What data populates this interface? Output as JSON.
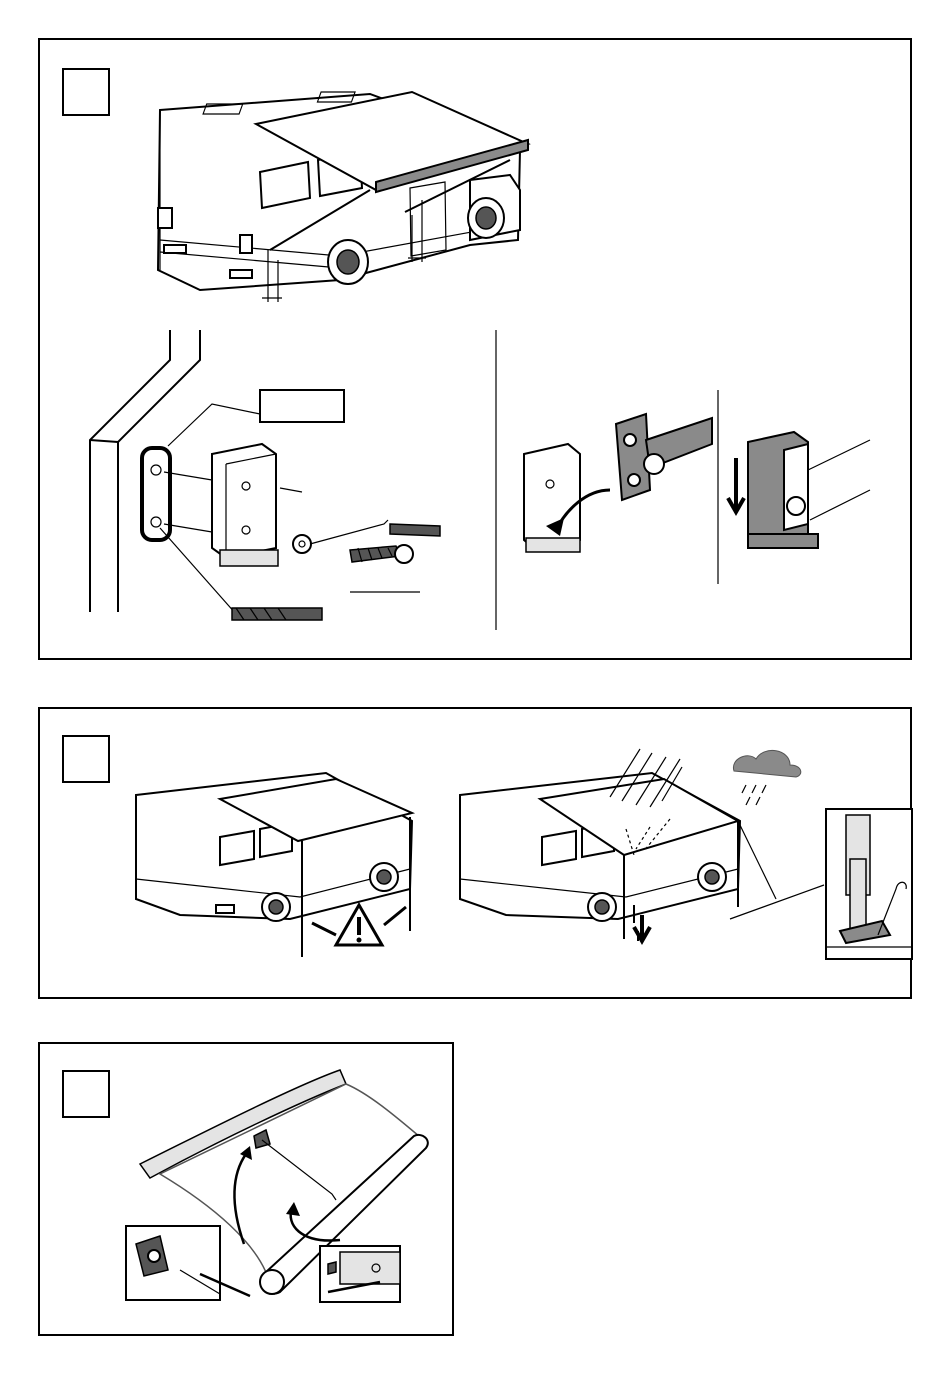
{
  "figure": {
    "panels": [
      {
        "id": "installation",
        "step_label": ""
      },
      {
        "id": "usage-and-rain",
        "step_label": ""
      },
      {
        "id": "canvas-replacement",
        "step_label": ""
      }
    ],
    "callout_label": "",
    "icons": [
      "warning-triangle-icon",
      "rain-cloud-icon",
      "down-arrow-icon",
      "check-arrow-icon",
      "curved-arrow-icon"
    ],
    "colors": {
      "line": "#000000",
      "mid_gray": "#8a8a8a",
      "dark_gray": "#555555",
      "light_gray": "#e4e4e4"
    }
  }
}
